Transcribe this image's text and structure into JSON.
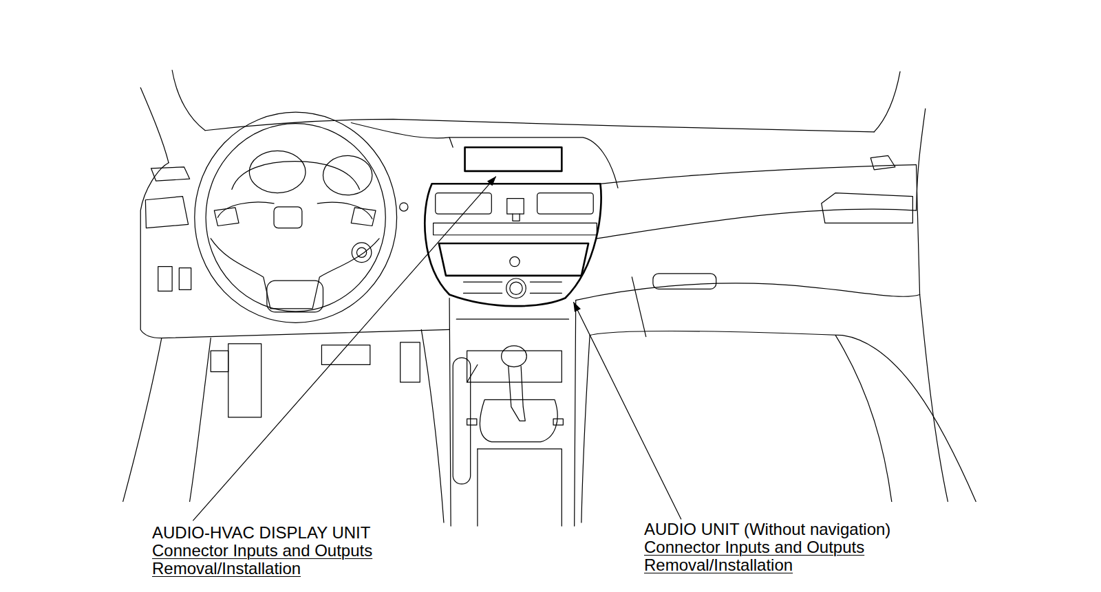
{
  "diagram": {
    "labels": [
      "AUDIO-HVAC DISPLAY UNIT",
      "Connector Inputs and Outputs",
      "Removal/Installation",
      "AUDIO UNIT (Without navigation)",
      "Connector Inputs and Outputs",
      "Removal/Installation"
    ]
  }
}
